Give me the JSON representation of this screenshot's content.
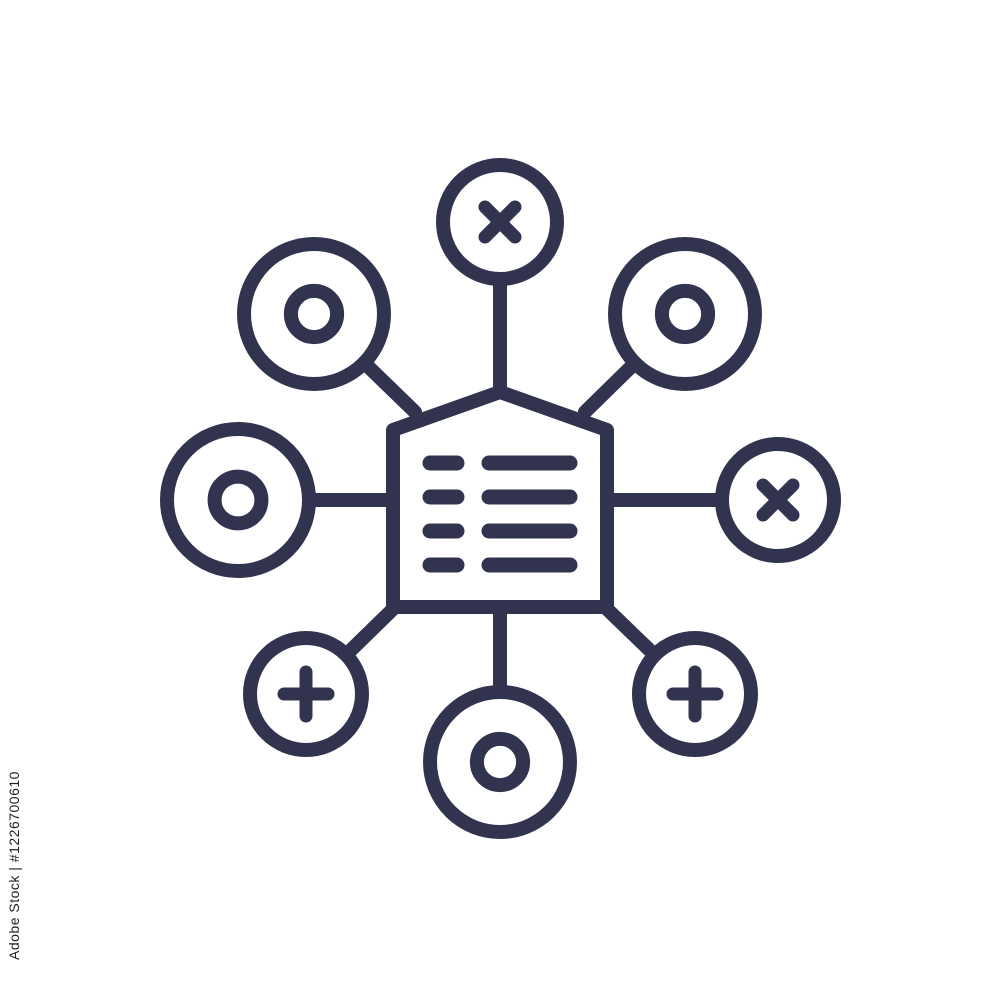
{
  "icon": {
    "subject": "document-network-icon",
    "stroke_color": "#31334f",
    "background_color": "#ffffff",
    "center": "document-icon",
    "nodes": [
      {
        "id": "top",
        "symbol": "x"
      },
      {
        "id": "top-left",
        "symbol": "circle"
      },
      {
        "id": "top-right",
        "symbol": "circle"
      },
      {
        "id": "left",
        "symbol": "circle"
      },
      {
        "id": "right",
        "symbol": "x"
      },
      {
        "id": "bottom-left",
        "symbol": "plus"
      },
      {
        "id": "bottom",
        "symbol": "circle"
      },
      {
        "id": "bottom-right",
        "symbol": "plus"
      }
    ]
  },
  "watermark": {
    "text": "Adobe Stock | #1226700610"
  }
}
